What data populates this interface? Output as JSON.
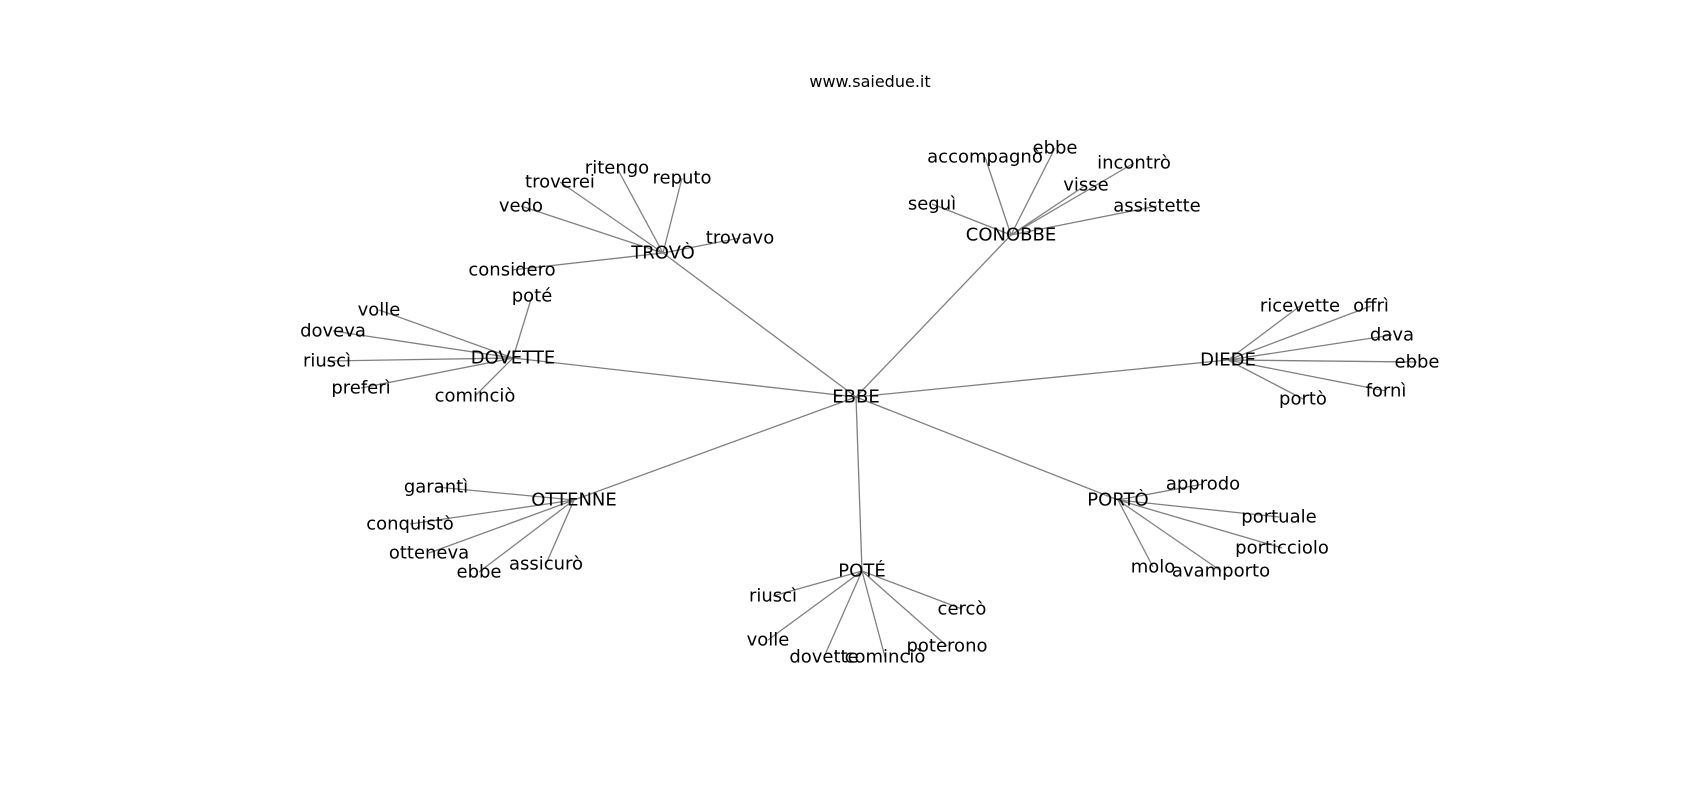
{
  "site": "www.saiedue.it",
  "center": "EBBE",
  "branches": [
    {
      "label": "TROVÒ",
      "leaves": [
        "ritengo",
        "reputo",
        "troverei",
        "vedo",
        "trovavo",
        "considero"
      ]
    },
    {
      "label": "CONOBBE",
      "leaves": [
        "accompagnò",
        "ebbe",
        "incontrò",
        "visse",
        "seguì",
        "assistette"
      ]
    },
    {
      "label": "DOVETTE",
      "leaves": [
        "poté",
        "volle",
        "doveva",
        "riuscì",
        "preferì",
        "cominciò"
      ]
    },
    {
      "label": "DIEDE",
      "leaves": [
        "ricevette",
        "offrì",
        "dava",
        "ebbe",
        "fornì",
        "portò"
      ]
    },
    {
      "label": "OTTENNE",
      "leaves": [
        "garantì",
        "conquistò",
        "otteneva",
        "ebbe",
        "assicurò"
      ]
    },
    {
      "label": "PORTÒ",
      "leaves": [
        "approdo",
        "portuale",
        "porticciolo",
        "molo",
        "avamporto"
      ]
    },
    {
      "label": "POTÉ",
      "leaves": [
        "riuscì",
        "cercò",
        "volle",
        "dovette",
        "cominciò",
        "poterono"
      ]
    }
  ]
}
